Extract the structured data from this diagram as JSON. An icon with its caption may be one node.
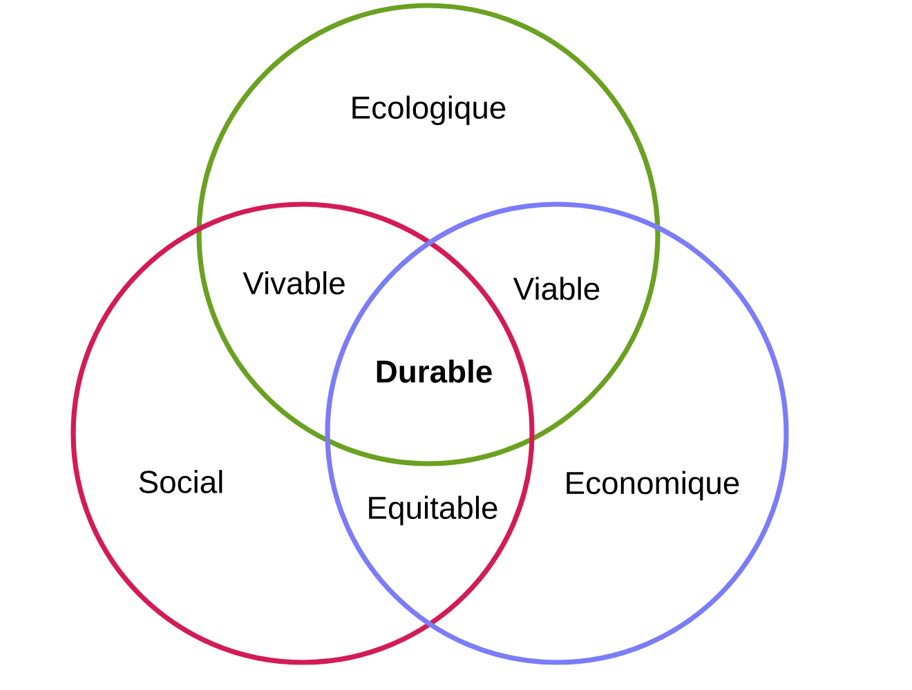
{
  "diagram": {
    "nodes": [
      {
        "text": [
          "Ecologique"
        ]
      },
      {
        "text": [
          "Social"
        ]
      },
      {
        "text": [
          "Economique"
        ]
      }
    ],
    "labels": [
      "Vivable",
      "Viable",
      "Durable",
      "Equitable"
    ]
  }
}
